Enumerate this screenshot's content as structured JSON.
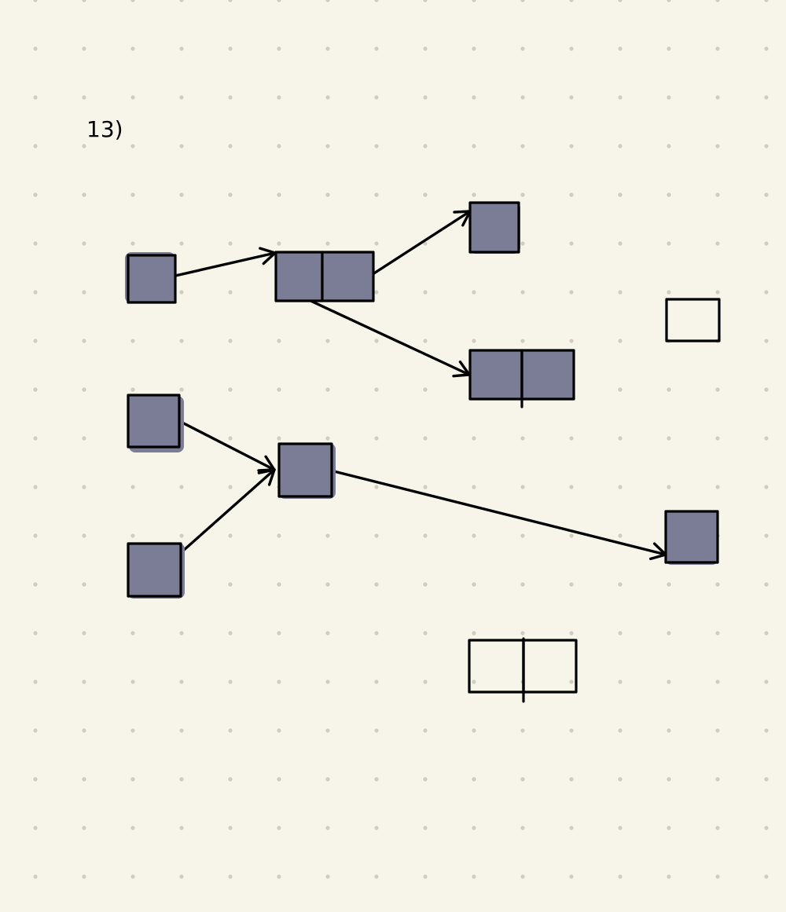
{
  "diagram": {
    "label": "13)",
    "colors": {
      "background": "#f7f5ea",
      "dots": "#cfcdc2",
      "filled_cell": "#7b7d96",
      "stroke": "#000000"
    },
    "nodes": [
      {
        "id": "n1",
        "cells": 1,
        "filled": true
      },
      {
        "id": "n2",
        "cells": 2,
        "filled": true
      },
      {
        "id": "n3",
        "cells": 1,
        "filled": true
      },
      {
        "id": "n4",
        "cells": 2,
        "filled": true
      },
      {
        "id": "n5",
        "cells": 1,
        "filled": false
      },
      {
        "id": "n6",
        "cells": 1,
        "filled": true
      },
      {
        "id": "n7",
        "cells": 1,
        "filled": true
      },
      {
        "id": "n8",
        "cells": 1,
        "filled": true
      },
      {
        "id": "n9",
        "cells": 1,
        "filled": true
      },
      {
        "id": "n10",
        "cells": 2,
        "filled": false
      }
    ],
    "edges": [
      {
        "from": "n1",
        "to": "n2"
      },
      {
        "from": "n2",
        "to": "n3"
      },
      {
        "from": "n2",
        "to": "n4"
      },
      {
        "from": "n6",
        "to": "n8"
      },
      {
        "from": "n7",
        "to": "n8"
      },
      {
        "from": "n8",
        "to": "n9"
      }
    ]
  }
}
